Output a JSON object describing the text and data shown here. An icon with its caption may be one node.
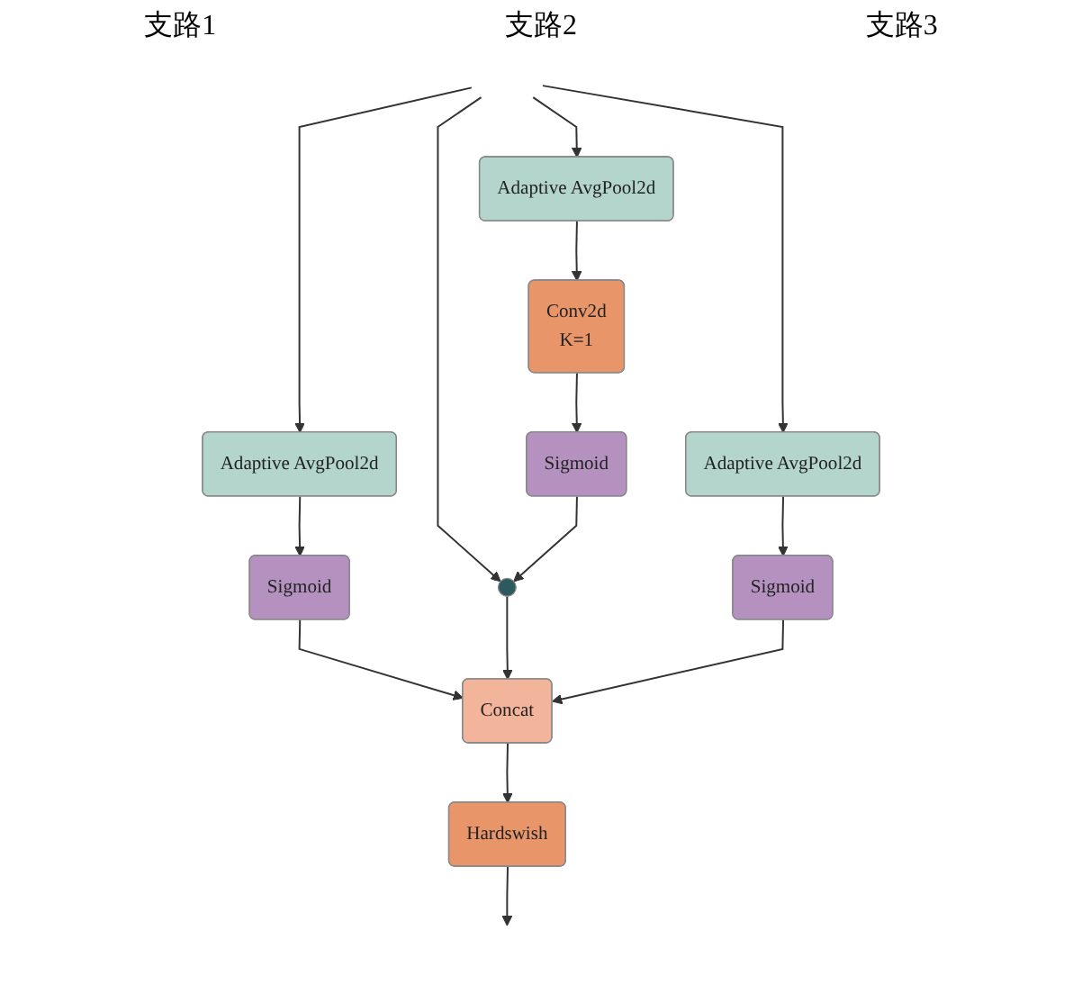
{
  "diagram": {
    "nodes": [
      {
        "text": [
          "Adaptive AvgPool2d"
        ]
      },
      {
        "text": [
          "Adaptive AvgPool2d"
        ]
      },
      {
        "text": [
          "Adaptive AvgPool2d"
        ]
      },
      {
        "text": [
          "Sigmoid"
        ]
      },
      {
        "text": [
          "Conv2d",
          "K=1"
        ]
      },
      {
        "text": [
          "Sigmoid"
        ]
      },
      {
        "text": [
          "Sigmoid"
        ]
      },
      {
        "text": [],
        "shape": "circle"
      },
      {
        "text": [
          "Concat"
        ]
      },
      {
        "text": [
          "Hardswish"
        ]
      }
    ],
    "edges": [
      {
        "from": null,
        "to": 0,
        "arrow": "to"
      },
      {
        "from": null,
        "to": 2,
        "arrow": "to"
      },
      {
        "from": null,
        "to": 1,
        "arrow": "to"
      },
      {
        "from": null,
        "to": 7,
        "arrow": "to"
      },
      {
        "from": 0,
        "to": 3,
        "arrow": "to"
      },
      {
        "from": 1,
        "to": 4,
        "arrow": "to"
      },
      {
        "from": 2,
        "to": 5,
        "arrow": "to"
      },
      {
        "from": 4,
        "to": 6,
        "arrow": "to"
      },
      {
        "from": 6,
        "to": 7,
        "arrow": "to"
      },
      {
        "from": 3,
        "to": 8,
        "arrow": "to"
      },
      {
        "from": 7,
        "to": 8,
        "arrow": "to"
      },
      {
        "from": 5,
        "to": 8,
        "arrow": "to"
      },
      {
        "from": 8,
        "to": 9,
        "arrow": "to"
      },
      {
        "from": 9,
        "to": null,
        "arrow": "to"
      }
    ],
    "labels": [
      "支路1",
      "支路2",
      "支路3"
    ]
  }
}
